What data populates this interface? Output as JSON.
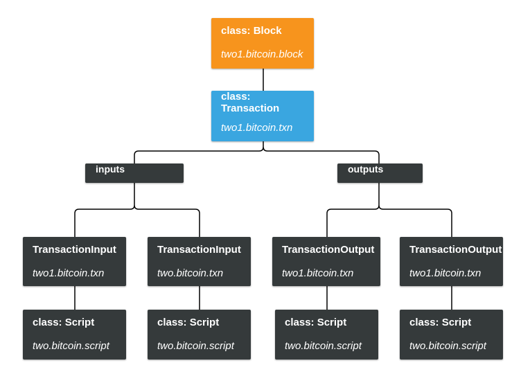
{
  "colors": {
    "block": "#f7941d",
    "transaction": "#3aa6e0",
    "dark_node": "#353a3b",
    "connector": "#000000",
    "text": "#ffffff"
  },
  "block": {
    "title": "class: Block",
    "subtitle": "two1.bitcoin.block"
  },
  "transaction": {
    "title_line1": "class:",
    "title_line2": "Transaction",
    "subtitle": "two1.bitcoin.txn"
  },
  "groups": {
    "inputs": "inputs",
    "outputs": "outputs"
  },
  "inputs": [
    {
      "title": "TransactionInput",
      "subtitle": "two1.bitcoin.txn",
      "script": {
        "title": "class: Script",
        "subtitle": "two.bitcoin.script"
      }
    },
    {
      "title": "TransactionInput",
      "subtitle": "two.bitcoin.txn",
      "script": {
        "title": "class: Script",
        "subtitle": "two.bitcoin.script"
      }
    }
  ],
  "outputs": [
    {
      "title": "TransactionOutput",
      "subtitle": "two1.bitcoin.txn",
      "script": {
        "title": "class: Script",
        "subtitle": "two.bitcoin.script"
      }
    },
    {
      "title": "TransactionOutput",
      "subtitle": "two1.bitcoin.txn",
      "script": {
        "title": "class: Script",
        "subtitle": "two.bitcoin.script"
      }
    }
  ]
}
